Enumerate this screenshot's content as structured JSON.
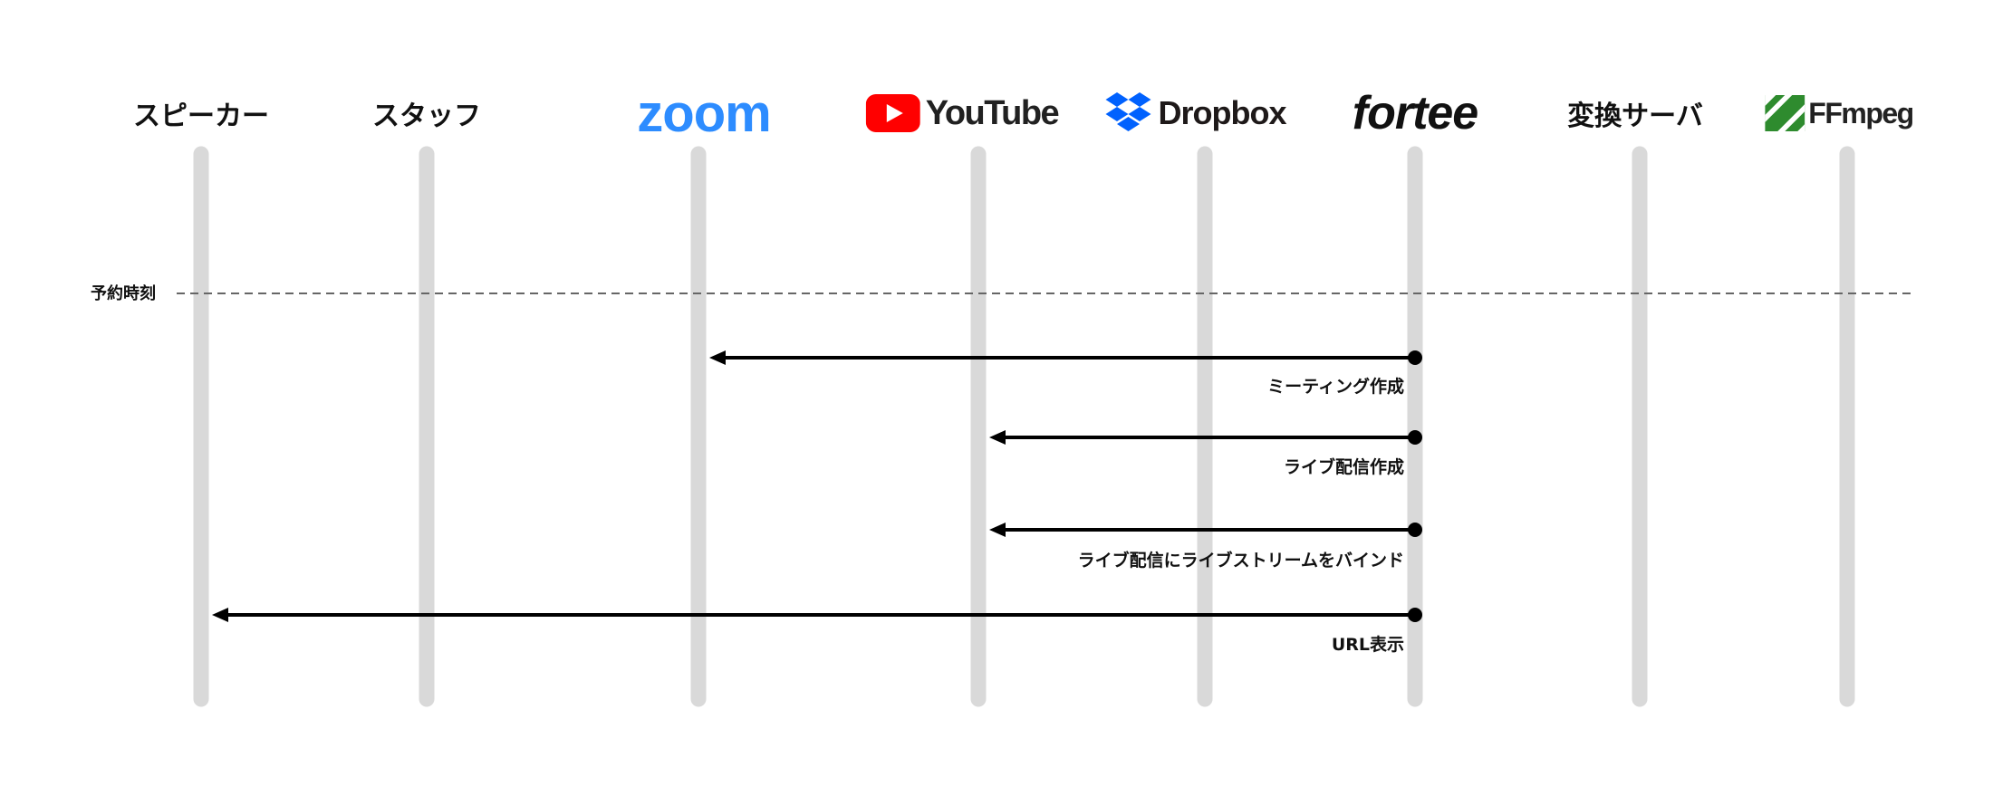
{
  "lifelines": [
    {
      "id": "speaker",
      "kind": "text",
      "label": "スピーカー"
    },
    {
      "id": "staff",
      "kind": "text",
      "label": "スタッフ"
    },
    {
      "id": "zoom",
      "kind": "logo",
      "label": "zoom"
    },
    {
      "id": "youtube",
      "kind": "logo",
      "label": "YouTube"
    },
    {
      "id": "dropbox",
      "kind": "logo",
      "label": "Dropbox"
    },
    {
      "id": "fortee",
      "kind": "logo",
      "label": "fortee"
    },
    {
      "id": "converter",
      "kind": "text",
      "label": "変換サーバ"
    },
    {
      "id": "ffmpeg",
      "kind": "logo",
      "label": "FFmpeg"
    }
  ],
  "divider": {
    "label": "予約時刻"
  },
  "messages": [
    {
      "from": "fortee",
      "to": "zoom",
      "label": "ミーティング作成"
    },
    {
      "from": "fortee",
      "to": "youtube",
      "label": "ライブ配信作成"
    },
    {
      "from": "fortee",
      "to": "youtube",
      "label": "ライブ配信にライブストリームをバインド"
    },
    {
      "from": "fortee",
      "to": "speaker",
      "label": "URL表示"
    }
  ],
  "colors": {
    "lifeline": "#d9d9d9",
    "arrow": "#000000",
    "divider": "#666666",
    "zoom": "#2d8cff",
    "youtube": "#ff0000",
    "dropbox": "#0061fe",
    "ffmpeg": "#2e8b2e"
  }
}
